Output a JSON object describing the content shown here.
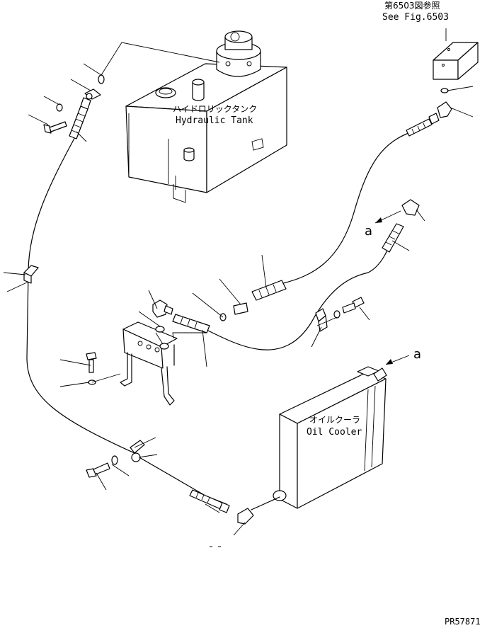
{
  "reference": {
    "jp": "第6503図参照",
    "en": "See Fig.6503"
  },
  "hydraulic_tank": {
    "jp": "ハイドロリックタンク",
    "en": "Hydraulic Tank"
  },
  "oil_cooler": {
    "jp": "オイルクーラ",
    "en": "Oil Cooler"
  },
  "view_marks": {
    "upper": "a",
    "lower": "a"
  },
  "drawing_number": "PR57871"
}
